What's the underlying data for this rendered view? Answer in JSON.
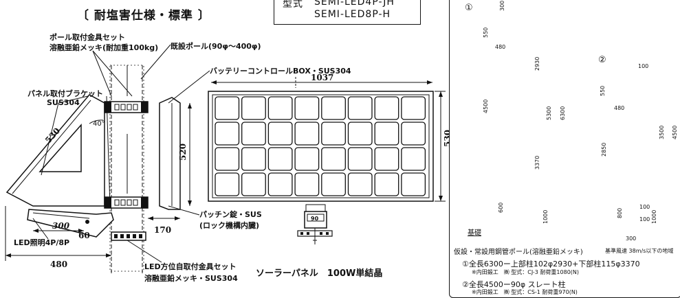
{
  "left": {
    "title": "〔 耐塩害仕様・標準 〕",
    "model_label": "型式",
    "model_codes": [
      "SEMI-LED4P-JH",
      "SEMI-LED8P-H"
    ],
    "labels": {
      "pole_fittings": "ポール取付金具セット",
      "pole_fittings_sub": "溶融亜鉛メッキ(耐加重100kg)",
      "existing_pole": "既設ポール(90φ～400φ)",
      "battery_box": "バッテリーコントロールBOX・SUS304",
      "panel_bracket": "パネル取付ブラケット",
      "panel_bracket_sub": "SUS304",
      "latch": "パッチン錠・SUS",
      "latch_sub": "(ロック機構内臓)",
      "led_light": "LED照明4P/8P",
      "led_direction": "LED方位自取付金具セット",
      "led_direction_sub": "溶融亜鉛メッキ・SUS304",
      "solar_caption": "ソーラーパネル　100W単結晶"
    },
    "dims": {
      "panel_width": "1037",
      "panel_height": "530",
      "box_height": "520",
      "box_width": "170",
      "bracket_len": "530",
      "angle": "40°",
      "led_len": "300",
      "led_offset": "60",
      "base_width": "480",
      "small_box": "90"
    }
  },
  "right": {
    "pole1_mark": "①",
    "pole2_mark": "②",
    "dims_pole1": {
      "top": "300",
      "lamp_h": "550",
      "lamp_w": "480",
      "upper": "2930",
      "mid": "4500",
      "total": "5300",
      "overall": "6300",
      "lower": "3370",
      "found_h": "600",
      "found_w": "1000"
    },
    "dims_pole2": {
      "top": "100",
      "lamp_h": "550",
      "lamp_w": "480",
      "upper": "2850",
      "total": "3500",
      "overall": "4500",
      "found_h": "800",
      "found_w": "1000",
      "small1": "100",
      "small2": "100",
      "base": "300"
    },
    "ground_label": "基礎",
    "spec_title": "仮設・常設用鋼管ポール(溶融亜鉛メッキ)",
    "spec_wind": "基準風速 38m/s以下の地域",
    "spec1_main": "①全長6300ー上部柱102φ2930+下部柱115φ3370",
    "spec1_sub": "※内田鍛工　㈱ 型式：CJ-3 耐荷重1080(N)",
    "spec2_main": "②全長4500ー90φ スレート柱",
    "spec2_sub": "※内田鍛工　㈱ 型式：CS-1 耐荷重970(N)"
  }
}
